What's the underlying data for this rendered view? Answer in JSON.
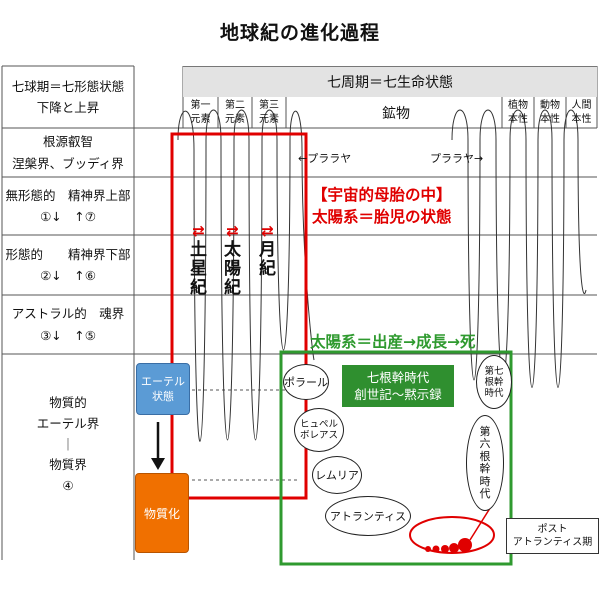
{
  "title": "地球紀の進化過程",
  "left_column": {
    "header": [
      "七球期＝七形態状態",
      "下降と上昇"
    ],
    "rows": [
      [
        "根源叡智",
        "涅槃界、ブッディ界"
      ],
      [
        "無形態的　精神界上部",
        "①↓　↑⑦"
      ],
      [
        "形態的　　精神界下部",
        "②↓　↑⑥"
      ],
      [
        "アストラル的　魂界",
        "③↓　↑⑤"
      ],
      [
        "物質的",
        "エーテル界",
        "｜",
        "物質界",
        "④"
      ]
    ]
  },
  "top_header": {
    "title": "七周期＝七生命状態",
    "elements": [
      [
        "第一",
        "元素"
      ],
      [
        "第二",
        "元素"
      ],
      [
        "第三",
        "元素"
      ]
    ],
    "mineral": "鉱物",
    "right": [
      [
        "植物",
        "本性"
      ],
      [
        "動物",
        "本性"
      ],
      [
        "人間",
        "本性"
      ]
    ]
  },
  "pralaya_left": "←プララヤ",
  "pralaya_right": "プララヤ→",
  "cosmic": [
    "【宇宙的母胎の中】",
    "太陽系＝胎児の状態"
  ],
  "epochs": [
    {
      "marker": "⇄",
      "chars": [
        "土",
        "星",
        "紀"
      ]
    },
    {
      "marker": "⇄",
      "chars": [
        "太",
        "陽",
        "紀"
      ]
    },
    {
      "marker": "⇄",
      "chars": [
        "月",
        "紀"
      ]
    }
  ],
  "solar": "太陽系＝出産→成長→死",
  "etheric_box": [
    "エーテル",
    "状態"
  ],
  "material_box": "物質化",
  "root_races": {
    "polar": "ポラール",
    "hyperborean": [
      "ヒュペル",
      "ボレアス"
    ],
    "lemuria": "レムリア",
    "atlantis": "アトランティス",
    "seventh": [
      "第七",
      "根幹",
      "時代"
    ],
    "sixth": [
      "第",
      "六",
      "根",
      "幹",
      "時",
      "代"
    ]
  },
  "seven_epochs": [
    "七根幹時代",
    "創世記～黙示録"
  ],
  "post_atlantis": [
    "ポスト",
    "アトランティス期"
  ],
  "colors": {
    "red": "#e00000",
    "green": "#2f9a2f",
    "blue_box": "#5b9bd5",
    "orange_box": "#f07000",
    "header_gray": "#e3e3e3",
    "dark_green_box": "#2f8f2f"
  }
}
